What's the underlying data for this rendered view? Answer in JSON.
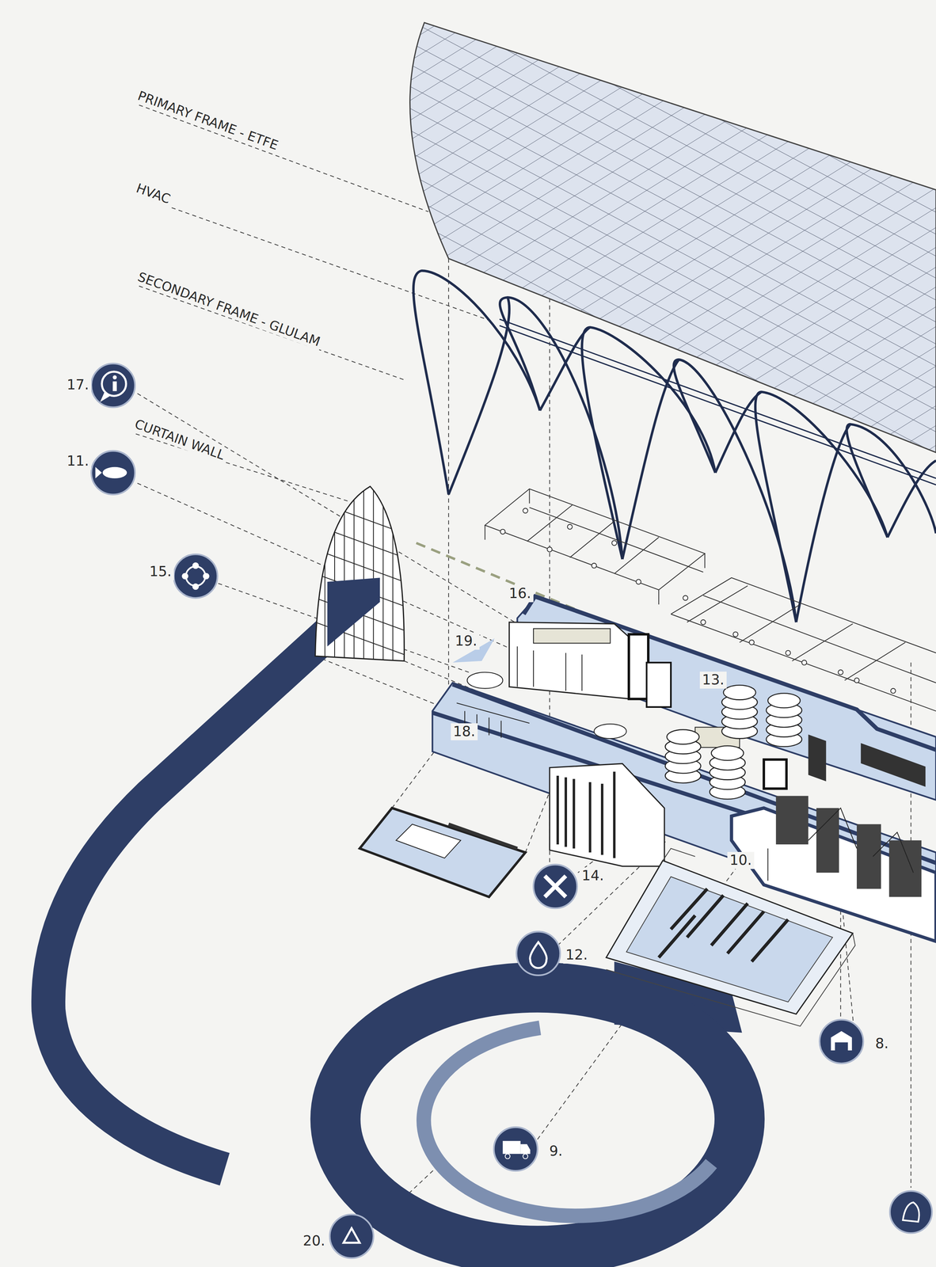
{
  "diagram": {
    "labels": [
      "PRIMARY FRAME - ETFE",
      "HVAC",
      "SECONDARY FRAME - GLULAM",
      "17.",
      "CURTAIN WALL",
      "11.",
      "15.",
      "16.",
      "19.",
      "13.",
      "18.",
      "10.",
      "14.",
      "12.",
      "8.",
      "9.",
      "20."
    ]
  }
}
